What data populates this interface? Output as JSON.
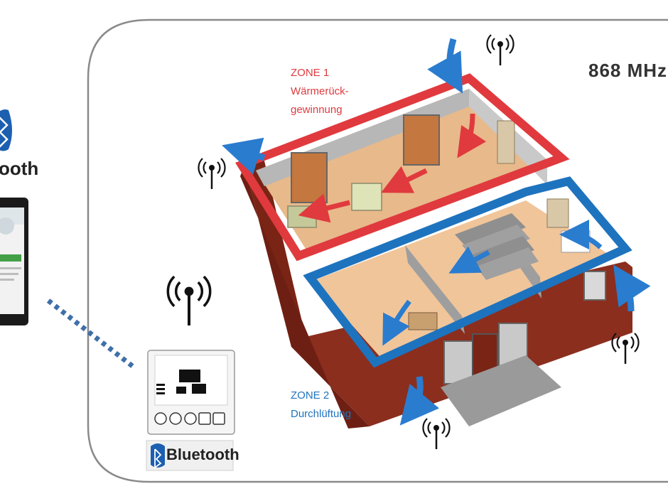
{
  "frequency_label": "868 MHz",
  "zone1": {
    "title": "ZONE 1",
    "line1": "Wärmerück-",
    "line2": "gewinnung"
  },
  "zone2": {
    "title": "ZONE 2",
    "line1": "Durchlüftung"
  },
  "bluetooth_top": "ooth",
  "bluetooth_bottom": "Bluetooth",
  "colors": {
    "zone1_accent": "#e03a3e",
    "zone2_accent": "#1e73be",
    "wall_brick": "#8b2e1e",
    "floor": "#e8b98a",
    "dotted_link": "#3f6fa8",
    "panel_border": "#8a8a8a",
    "bluetooth_blue": "#1c5fb0"
  },
  "icons": {
    "radio": "radio-antenna-icon",
    "bluetooth": "bluetooth-icon",
    "airflow": "airflow-arrow-icon"
  }
}
